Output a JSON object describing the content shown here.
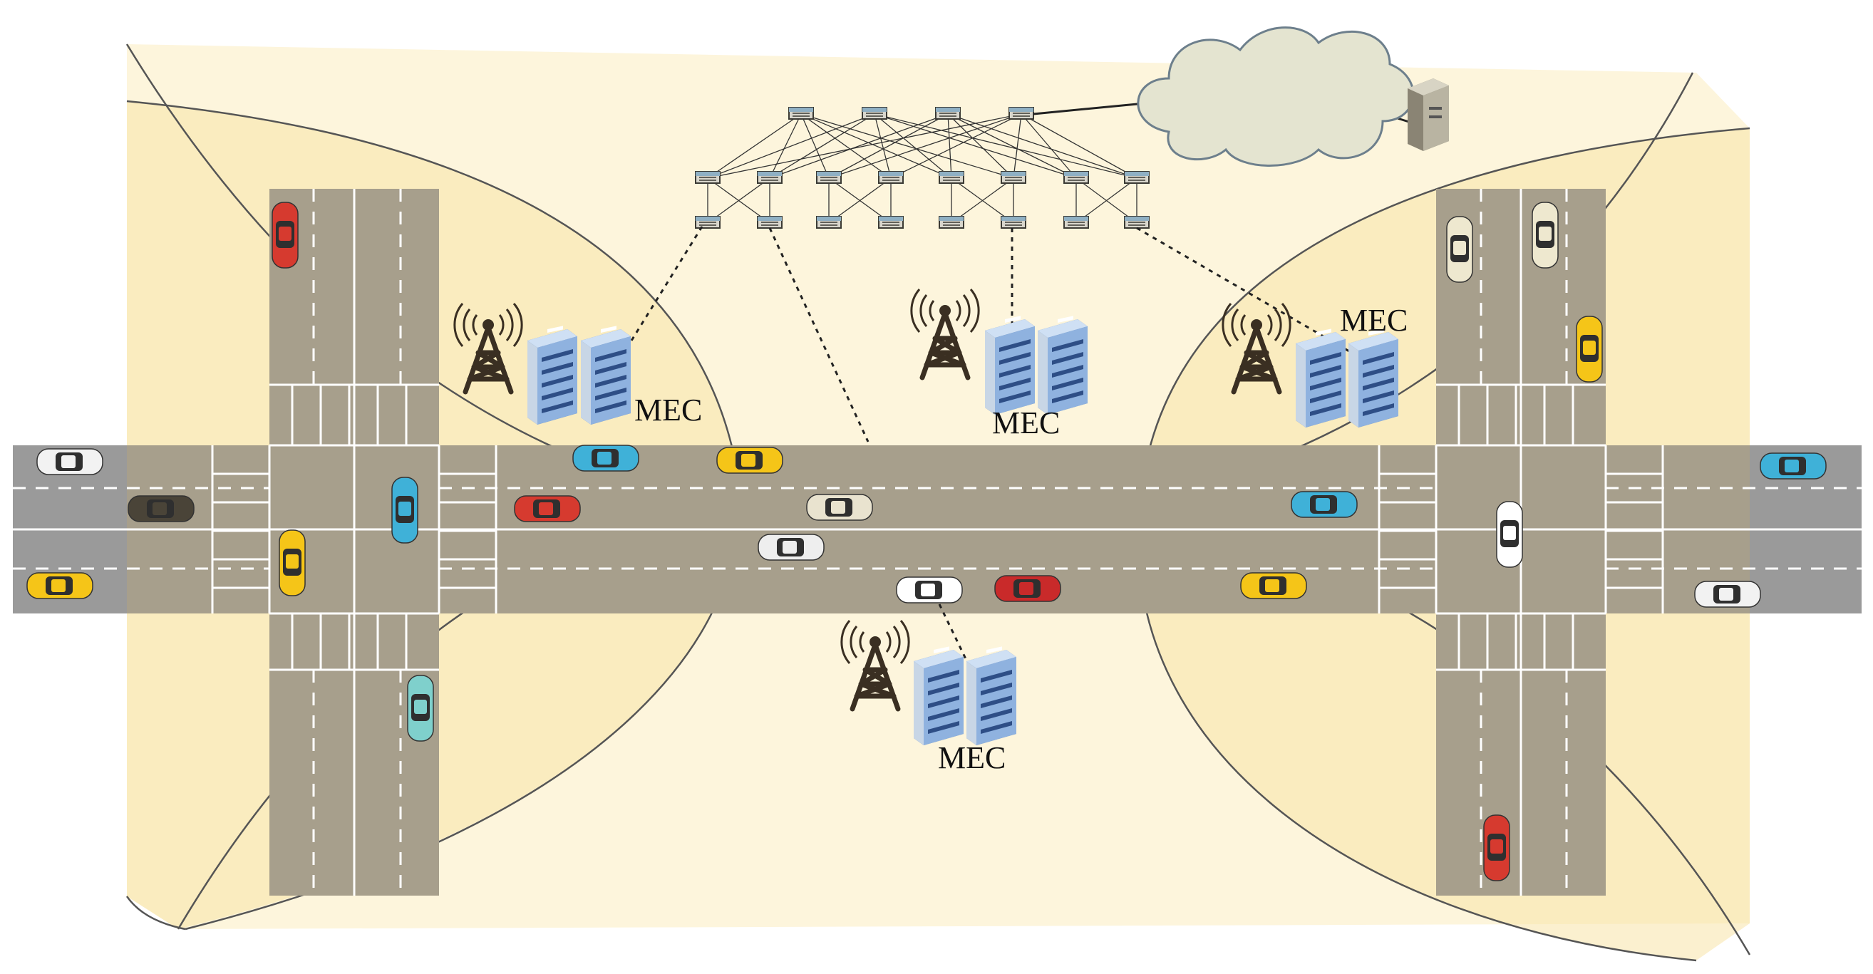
{
  "labels": {
    "mec": "MEC"
  },
  "colors": {
    "background": "#fdf5dc",
    "coverage_fill": "#f8e4a8",
    "road": "#a79f8c",
    "road_light": "#9a9a9a",
    "lane_marking": "#ffffff",
    "cloud_fill": "#e4e4d0",
    "cloud_stroke": "#6d7f8c",
    "tower": "#3a2f22",
    "server_blue": "#7fa5d6",
    "switch": "#5c5a52"
  },
  "icons": {
    "tower": "cell-tower-icon",
    "server": "mec-server-icon",
    "switch": "network-switch-icon",
    "cloud": "cloud-icon",
    "datacenter": "cloud-server-icon",
    "vehicle": "car-icon"
  },
  "nodes": {
    "mec_sites": 4,
    "core_switch_rows": [
      4,
      8,
      8
    ]
  }
}
